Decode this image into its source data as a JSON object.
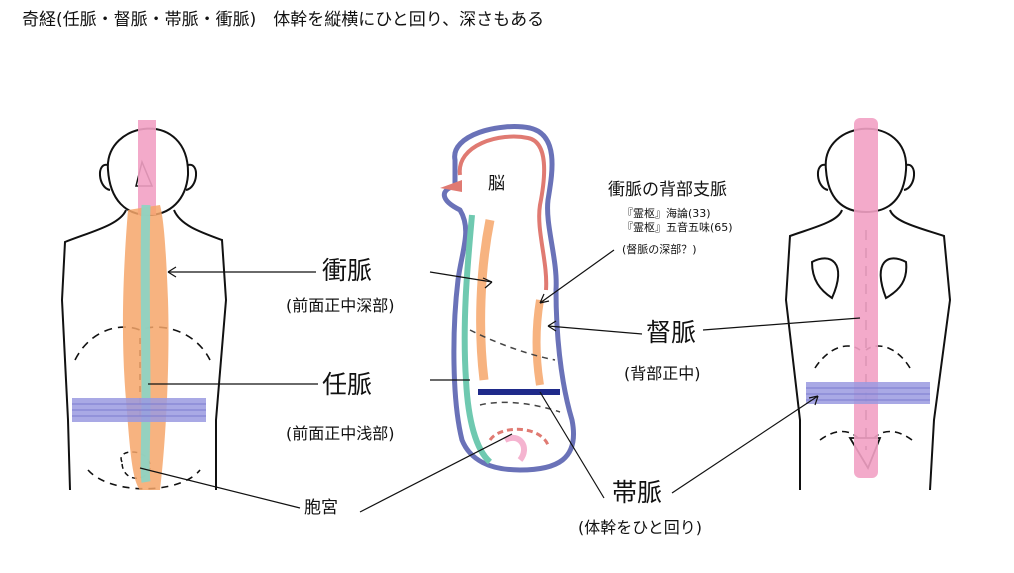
{
  "title": "奇経(任脈・督脈・帯脈・衝脈)　体幹を縦横にひと回り、深さもある",
  "labels": {
    "brain": "脳",
    "chong_back_branch": "衝脈の背部支脈",
    "ref1": "『霊枢』海論(33)",
    "ref2": "『霊枢』五音五味(65)",
    "chong_deep": "(督脈の深部？)",
    "chong": "衝脈",
    "chong_sub": "(前面正中深部)",
    "ren": "任脈",
    "ren_sub": "(前面正中浅部)",
    "du": "督脈",
    "du_sub": "(背部正中)",
    "dai": "帯脈",
    "dai_sub": "(体幹をひと回り)",
    "uterus": "胞宮"
  },
  "colors": {
    "chong": "#f6a66a",
    "ren": "#8fd3c2",
    "du": "#f2a1c4",
    "dai": "#9a9ae0",
    "dai_side": "#1f2a8a",
    "brain_outline": "#e07a72",
    "body_outline": "#6a72b8"
  }
}
